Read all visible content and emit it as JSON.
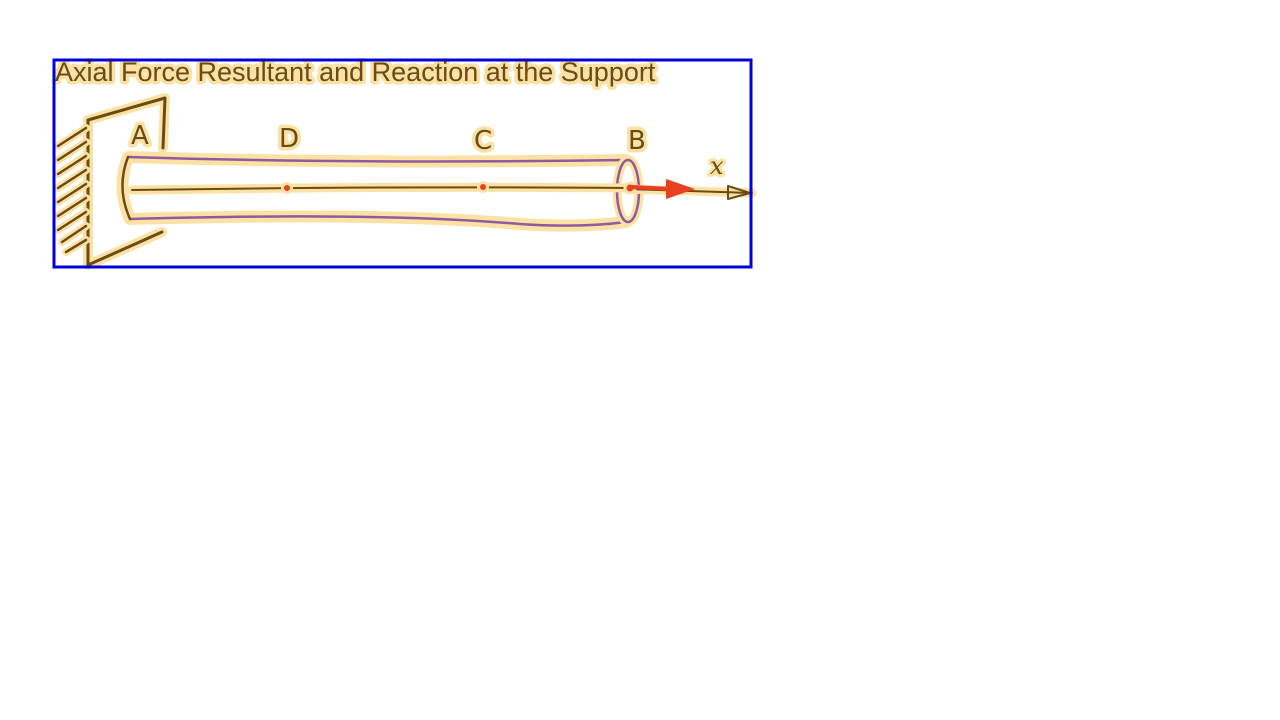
{
  "title": "Axial Force Resultant and Reaction at the Support",
  "points": {
    "a": "A",
    "d": "D",
    "c": "C",
    "b": "B"
  },
  "axis_label": "x",
  "colors": {
    "ink": "#6b4a14",
    "highlight": "#fbe2a4",
    "force": "#e8401e",
    "bar_outline": "#8e5aa0",
    "frame": "#0000dd"
  }
}
